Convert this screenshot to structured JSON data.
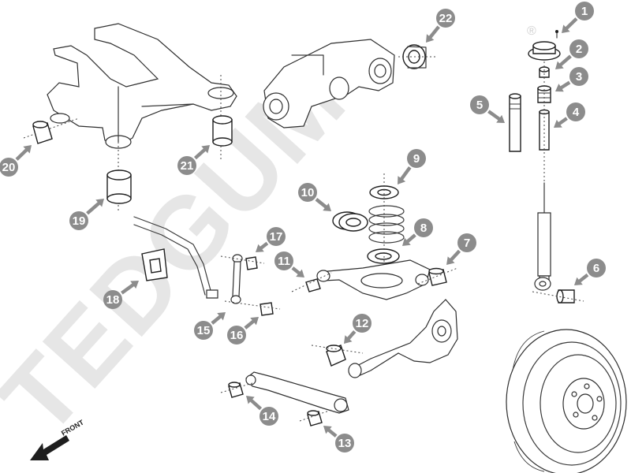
{
  "watermark": {
    "text": "TEDGUM",
    "registered_mark": "®"
  },
  "front_indicator": {
    "label": "FRONT"
  },
  "callouts": [
    {
      "id": "1",
      "label": "1"
    },
    {
      "id": "2",
      "label": "2"
    },
    {
      "id": "3",
      "label": "3"
    },
    {
      "id": "4",
      "label": "4"
    },
    {
      "id": "5",
      "label": "5"
    },
    {
      "id": "6",
      "label": "6"
    },
    {
      "id": "7",
      "label": "7"
    },
    {
      "id": "8",
      "label": "8"
    },
    {
      "id": "9",
      "label": "9"
    },
    {
      "id": "10",
      "label": "10"
    },
    {
      "id": "11",
      "label": "11"
    },
    {
      "id": "12",
      "label": "12"
    },
    {
      "id": "13",
      "label": "13"
    },
    {
      "id": "14",
      "label": "14"
    },
    {
      "id": "15",
      "label": "15"
    },
    {
      "id": "16",
      "label": "16"
    },
    {
      "id": "17",
      "label": "17"
    },
    {
      "id": "18",
      "label": "18"
    },
    {
      "id": "19",
      "label": "19"
    },
    {
      "id": "20",
      "label": "20"
    },
    {
      "id": "21",
      "label": "21"
    },
    {
      "id": "22",
      "label": "22"
    }
  ],
  "colors": {
    "callout": "#8c8c8c",
    "watermark": "#e6e6e6",
    "linework": "#2e2e2e"
  }
}
